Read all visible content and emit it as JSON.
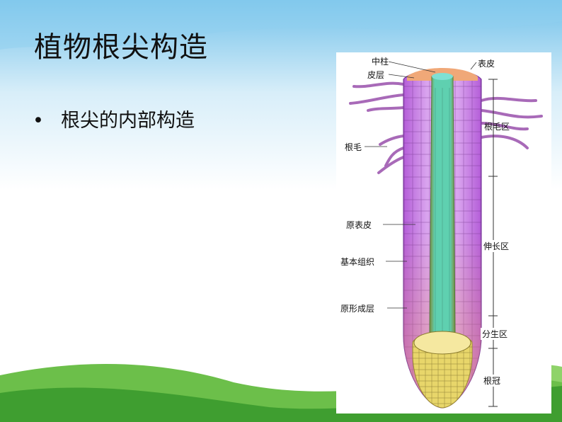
{
  "slide": {
    "title": "植物根尖构造",
    "bullet": "根尖的内部构造"
  },
  "diagram": {
    "left_labels": {
      "zhongzhu": "中柱",
      "pieceng": "皮层",
      "genmao": "根毛",
      "yuanbiaopi": "原表皮",
      "jiben": "基本组织",
      "yuanxing": "原形成层"
    },
    "right_labels": {
      "biaopi": "表皮",
      "genmaoqu": "根毛区",
      "shenchangqu": "伸长区",
      "fenshengqu": "分生区",
      "genguan": "根冠"
    }
  },
  "colors": {
    "sky_top": "#7cc4ea",
    "grass": "#4aa83a",
    "cortex_purple": "#c58be0",
    "stele_green": "#5fd0b0",
    "cap_yellow": "#e8d66a"
  }
}
